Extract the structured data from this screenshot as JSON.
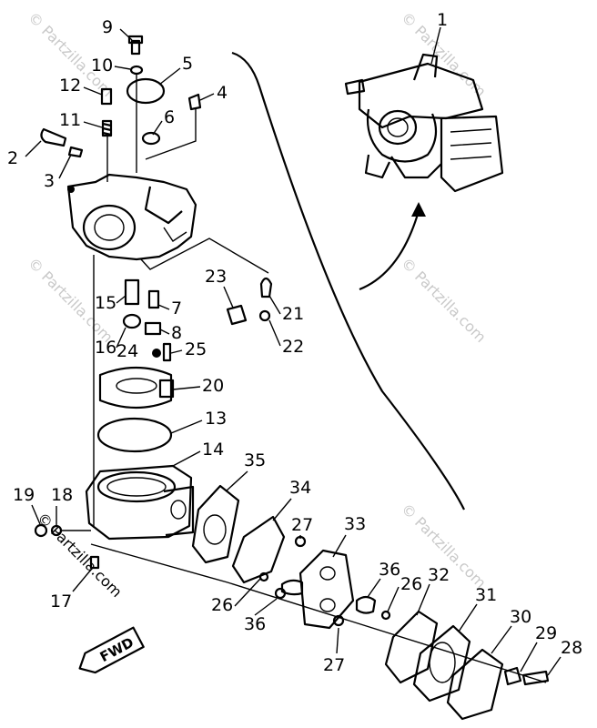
{
  "watermark": "© Partzilla.com",
  "fwd_label": "FWD",
  "labels": [
    "1",
    "2",
    "3",
    "4",
    "5",
    "6",
    "7",
    "8",
    "9",
    "10",
    "11",
    "12",
    "13",
    "14",
    "15",
    "16",
    "17",
    "18",
    "19",
    "20",
    "21",
    "22",
    "23",
    "24",
    "25",
    "26",
    "26",
    "27",
    "27",
    "28",
    "29",
    "30",
    "31",
    "32",
    "33",
    "34",
    "35",
    "36",
    "36"
  ]
}
